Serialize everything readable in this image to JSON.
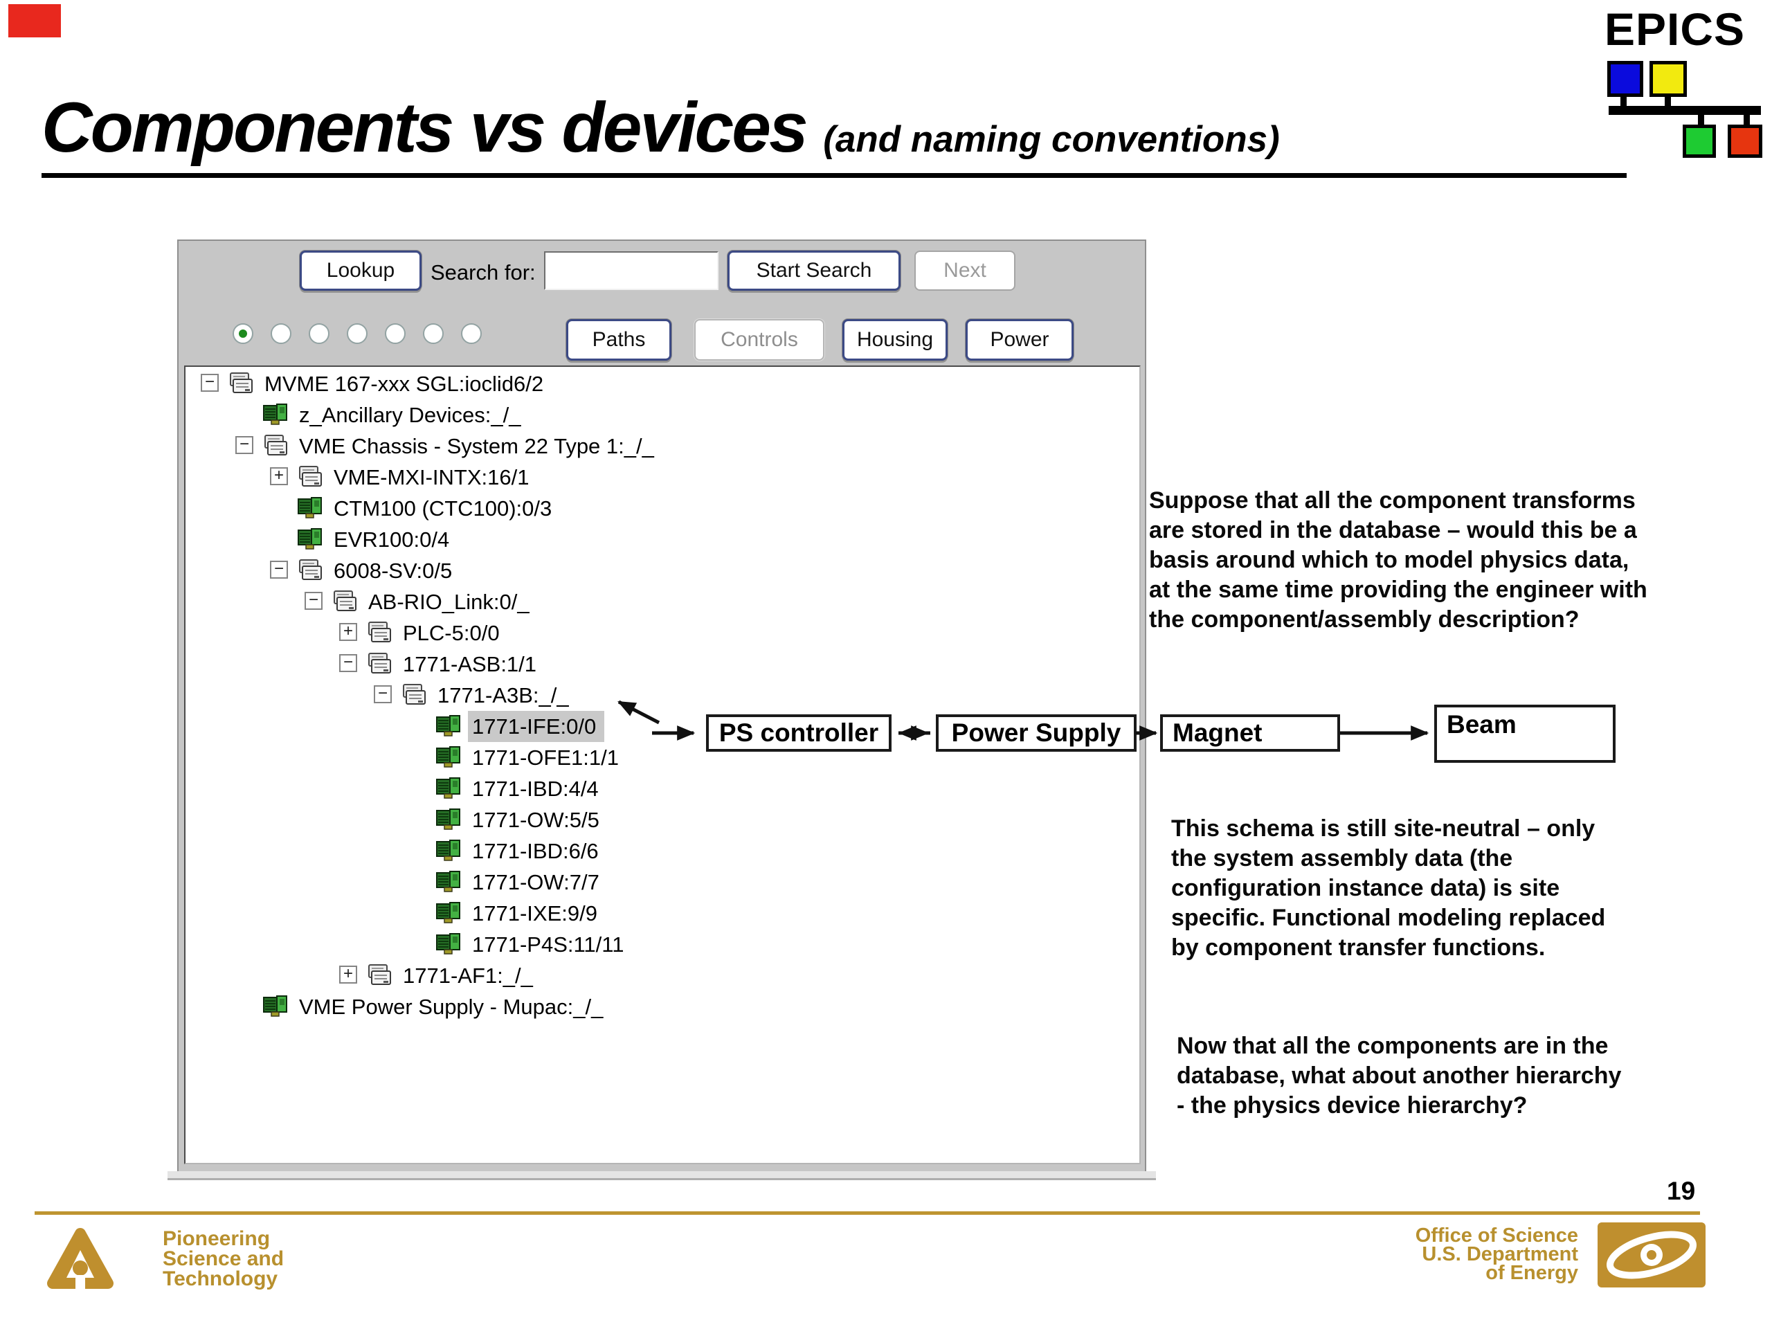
{
  "slide": {
    "title": "Components vs devices",
    "subtitle": "(and naming conventions)",
    "page_number": "19"
  },
  "epics_logo": {
    "label": "EPICS"
  },
  "app": {
    "toolbar": {
      "lookup_label": "Lookup",
      "search_for_label": "Search for:",
      "search_value": "",
      "start_search_label": "Start Search",
      "next_label": "Next",
      "paths_label": "Paths",
      "controls_label": "Controls",
      "housing_label": "Housing",
      "power_label": "Power",
      "radio_count": 7,
      "selected_radio_index": 0
    },
    "tree": [
      {
        "level": 0,
        "toggle": "minus",
        "icon": "chassis",
        "label": "MVME 167-xxx SGL:ioclid6/2"
      },
      {
        "level": 1,
        "toggle": null,
        "icon": "card",
        "label": "z_Ancillary Devices:_/_"
      },
      {
        "level": 1,
        "toggle": "minus",
        "icon": "chassis",
        "label": "VME Chassis - System 22 Type 1:_/_"
      },
      {
        "level": 2,
        "toggle": "plus",
        "icon": "chassis",
        "label": "VME-MXI-INTX:16/1"
      },
      {
        "level": 2,
        "toggle": null,
        "icon": "card",
        "label": "CTM100 (CTC100):0/3"
      },
      {
        "level": 2,
        "toggle": null,
        "icon": "card",
        "label": "EVR100:0/4"
      },
      {
        "level": 2,
        "toggle": "minus",
        "icon": "chassis",
        "label": "6008-SV:0/5"
      },
      {
        "level": 3,
        "toggle": "minus",
        "icon": "chassis",
        "label": "AB-RIO_Link:0/_"
      },
      {
        "level": 4,
        "toggle": "plus",
        "icon": "chassis",
        "label": "PLC-5:0/0"
      },
      {
        "level": 4,
        "toggle": "minus",
        "icon": "chassis",
        "label": "1771-ASB:1/1"
      },
      {
        "level": 5,
        "toggle": "minus",
        "icon": "chassis",
        "label": "1771-A3B:_/_"
      },
      {
        "level": 6,
        "toggle": null,
        "icon": "card",
        "label": "1771-IFE:0/0",
        "selected": true
      },
      {
        "level": 6,
        "toggle": null,
        "icon": "card",
        "label": "1771-OFE1:1/1"
      },
      {
        "level": 6,
        "toggle": null,
        "icon": "card",
        "label": "1771-IBD:4/4"
      },
      {
        "level": 6,
        "toggle": null,
        "icon": "card",
        "label": "1771-OW:5/5"
      },
      {
        "level": 6,
        "toggle": null,
        "icon": "card",
        "label": "1771-IBD:6/6"
      },
      {
        "level": 6,
        "toggle": null,
        "icon": "card",
        "label": "1771-OW:7/7"
      },
      {
        "level": 6,
        "toggle": null,
        "icon": "card",
        "label": "1771-IXE:9/9"
      },
      {
        "level": 6,
        "toggle": null,
        "icon": "card",
        "label": "1771-P4S:11/11"
      },
      {
        "level": 4,
        "toggle": "plus",
        "icon": "chassis",
        "label": "1771-AF1:_/_"
      },
      {
        "level": 1,
        "toggle": null,
        "icon": "card",
        "label": "VME Power Supply - Mupac:_/_"
      }
    ]
  },
  "flow": {
    "boxes": [
      "PS controller",
      "Power Supply",
      "Magnet",
      "Beam"
    ]
  },
  "notes": [
    "Suppose that all the component transforms\nare stored in the database – would this be a\nbasis around which to model physics data,\nat the same time providing the engineer with\nthe component/assembly description?",
    "This schema is still site-neutral – only\nthe system assembly data (the\nconfiguration instance data) is site\nspecific. Functional modeling replaced\nby component transfer functions.",
    "Now that all the components are in the\ndatabase, what about another hierarchy\n - the physics device hierarchy?"
  ],
  "footer": {
    "left_text": "Pioneering\nScience and\nTechnology",
    "right_text": "Office of Science\nU.S. Department\nof Energy"
  },
  "colors": {
    "marker_red": "#e8281e",
    "gold_accent": "#b8902e",
    "epics_blue": "#0b0bdd",
    "epics_yellow": "#f2ea0f",
    "epics_green": "#1ecb32",
    "epics_red": "#e6350f",
    "selection_gray": "#c9c9c9"
  }
}
